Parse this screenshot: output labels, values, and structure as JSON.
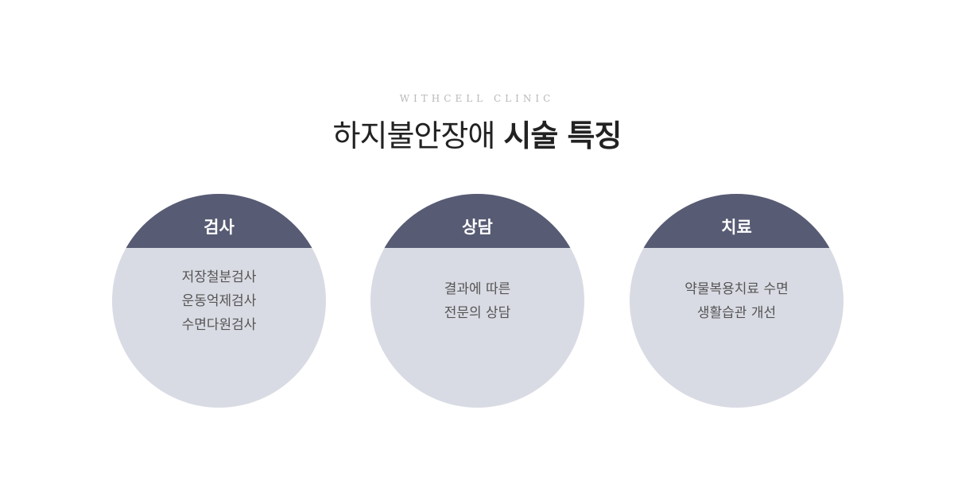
{
  "header": {
    "eyebrow": "WITHCELL CLINIC",
    "title_regular": "하지불안장애",
    "title_bold": "시술 특징"
  },
  "cards": [
    {
      "title": "검사",
      "lines": [
        "저장철분검사",
        "운동억제검사",
        "수면다원검사"
      ]
    },
    {
      "title": "상담",
      "lines": [
        "결과에 따른",
        "전문의 상담"
      ]
    },
    {
      "title": "치료",
      "lines": [
        "약물복용치료 수면",
        "생활습관 개선"
      ]
    }
  ],
  "colors": {
    "band": "#575b73",
    "circle": "#d9dbe4"
  }
}
